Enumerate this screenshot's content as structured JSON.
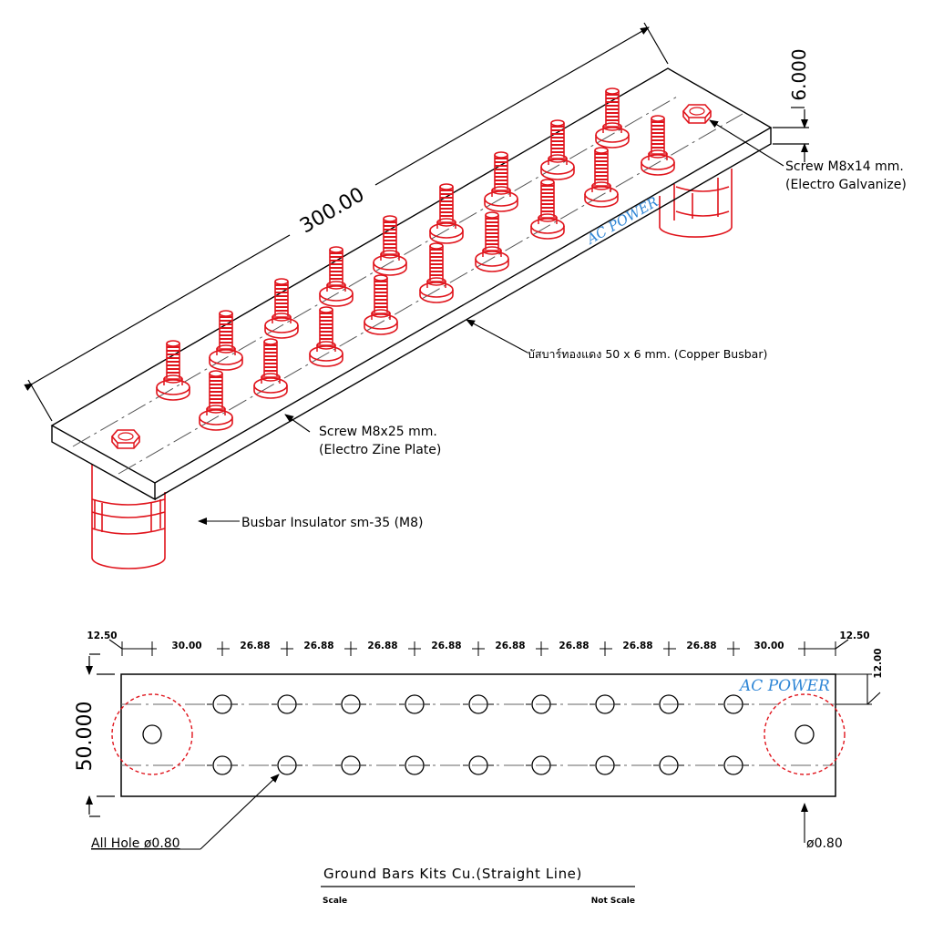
{
  "iso_view": {
    "length_dim": "300.00",
    "thickness_dim": "6.000",
    "watermark": "AC POWER",
    "callouts": {
      "screw_m8x14_line1": "Screw M8x14 mm.",
      "screw_m8x14_line2": "(Electro Galvanize)",
      "busbar_label": "บัสบาร์ทองแดง 50 x 6 mm. (Copper Busbar)",
      "screw_m8x25_line1": "Screw M8x25 mm.",
      "screw_m8x25_line2": "(Electro Zine Plate)",
      "insulator_label": "Busbar Insulator sm-35 (M8)"
    }
  },
  "top_view": {
    "spacing_dims": [
      "12.50",
      "30.00",
      "26.88",
      "26.88",
      "26.88",
      "26.88",
      "26.88",
      "26.88",
      "26.88",
      "26.88",
      "30.00",
      "12.50"
    ],
    "edge_dim": "12.00",
    "width_dim": "50.000",
    "watermark": "AC POWER",
    "all_hole_label": "All Hole ø0.80",
    "hole_label": "ø0.80"
  },
  "title_block": {
    "title": "Ground Bars Kits Cu.(Straight Line)",
    "scale_label": "Scale",
    "scale_value": "Not Scale"
  },
  "colors": {
    "hardware": "#e0141c",
    "linework": "#000000",
    "watermark": "#2f86d6"
  }
}
